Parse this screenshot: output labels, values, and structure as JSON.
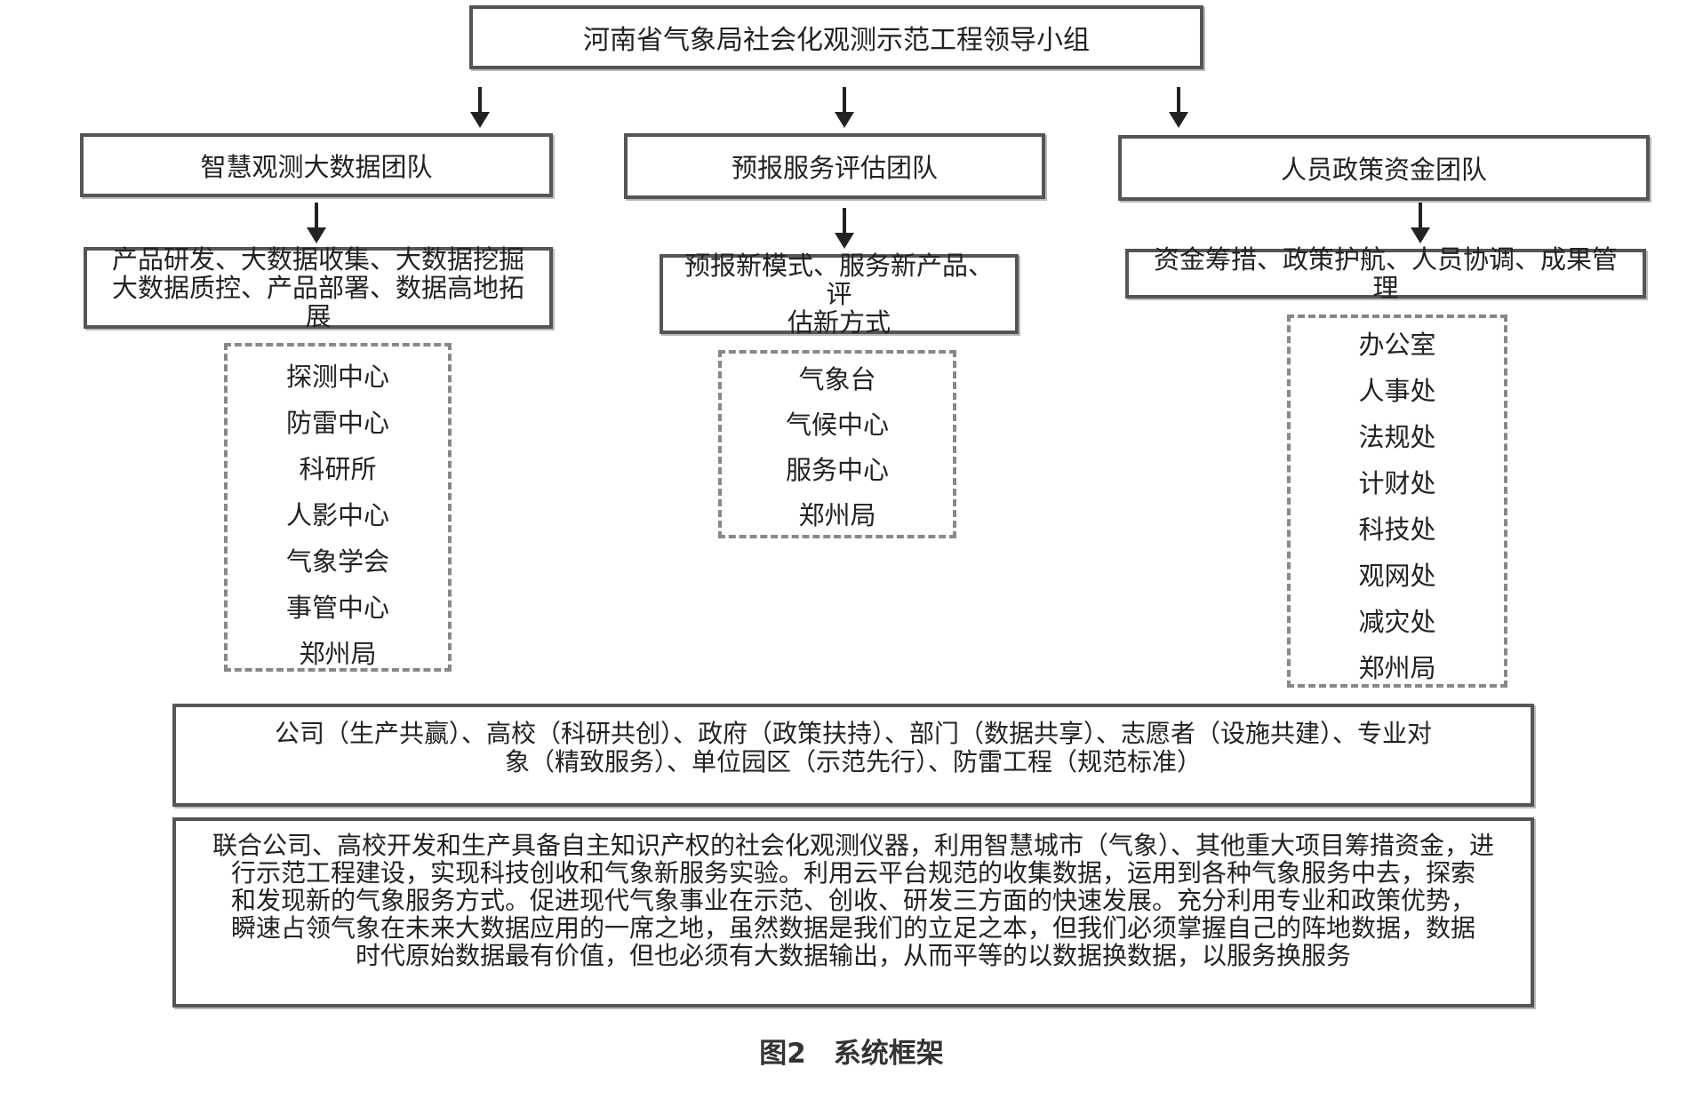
{
  "leader": "河南省气象局社会化观测示范工程领导小组",
  "teams": [
    {
      "name": "智慧观测大数据团队",
      "tasks": [
        "产品研发、大数据收集、大数据挖掘",
        "大数据质控、产品部署、数据高地拓展"
      ],
      "units": [
        "探测中心",
        "防雷中心",
        "科研所",
        "人影中心",
        "气象学会",
        "事管中心",
        "郑州局"
      ]
    },
    {
      "name": "预报服务评估团队",
      "tasks": [
        "预报新模式、服务新产品、评",
        "估新方式"
      ],
      "units": [
        "气象台",
        "气候中心",
        "服务中心",
        "郑州局"
      ]
    },
    {
      "name": "人员政策资金团队",
      "tasks": [
        "资金筹措、政策护航、人员协调、成果管理"
      ],
      "units": [
        "办公室",
        "人事处",
        "法规处",
        "计财处",
        "科技处",
        "观网处",
        "减灾处",
        "郑州局"
      ]
    }
  ],
  "partners": [
    "公司（生产共赢）、高校（科研共创）、政府（政策扶持）、部门（数据共享）、志愿者（设施共建）、专业对",
    "象（精致服务）、单位园区（示范先行）、防雷工程（规范标准）"
  ],
  "description": [
    "联合公司、高校开发和生产具备自主知识产权的社会化观测仪器，利用智慧城市（气象）、其他重大项目筹措资金，进",
    "行示范工程建设，实现科技创收和气象新服务实验。利用云平台规范的收集数据，运用到各种气象服务中去，探索",
    "和发现新的气象服务方式。促进现代气象事业在示范、创收、研发三方面的快速发展。充分利用专业和政策优势，",
    "瞬速占领气象在未来大数据应用的一席之地，虽然数据是我们的立足之本，但我们必须掌握自己的阵地数据，数据",
    "时代原始数据最有价值，但也必须有大数据输出，从而平等的以数据换数据，以服务换服务"
  ],
  "caption": "图2　系统框架"
}
